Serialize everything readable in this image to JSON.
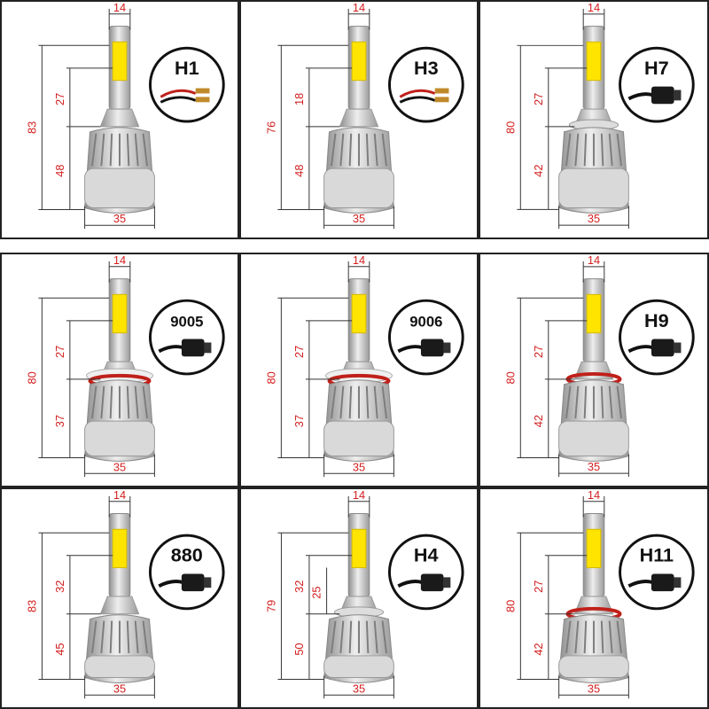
{
  "panels": [
    {
      "model": "H1",
      "width": "14",
      "upper": "27",
      "lower": "48",
      "total": "83",
      "base": "35",
      "ring": "plain",
      "connector": "wires"
    },
    {
      "model": "H3",
      "width": "14",
      "upper": "18",
      "lower": "48",
      "total": "76",
      "base": "35",
      "ring": "plain",
      "connector": "wires"
    },
    {
      "model": "H7",
      "width": "14",
      "upper": "27",
      "lower": "42",
      "total": "80",
      "base": "35",
      "ring": "flange",
      "connector": "plug"
    },
    {
      "model": "9005",
      "width": "14",
      "upper": "27",
      "lower": "37",
      "total": "80",
      "base": "35",
      "ring": "red-wide",
      "connector": "plug"
    },
    {
      "model": "9006",
      "width": "14",
      "upper": "27",
      "lower": "37",
      "total": "80",
      "base": "35",
      "ring": "red-wide",
      "connector": "plug"
    },
    {
      "model": "H9",
      "width": "14",
      "upper": "27",
      "lower": "42",
      "total": "80",
      "base": "35",
      "ring": "red-small",
      "connector": "plug"
    },
    {
      "model": "880",
      "width": "14",
      "upper": "32",
      "lower": "45",
      "total": "83",
      "base": "35",
      "ring": "plain",
      "connector": "plug"
    },
    {
      "model": "H4",
      "width": "14",
      "upper": "32",
      "lower": "50",
      "total": "79",
      "base": "35",
      "extra": "25",
      "ring": "flange",
      "connector": "plug"
    },
    {
      "model": "H11",
      "width": "14",
      "upper": "27",
      "lower": "42",
      "total": "80",
      "base": "35",
      "ring": "red-small",
      "connector": "plug"
    }
  ],
  "colors": {
    "dimension": "#d42020",
    "border": "#222222",
    "body": "#c9c9c9",
    "chip": "#ffe400",
    "ring": "#c0201a"
  }
}
